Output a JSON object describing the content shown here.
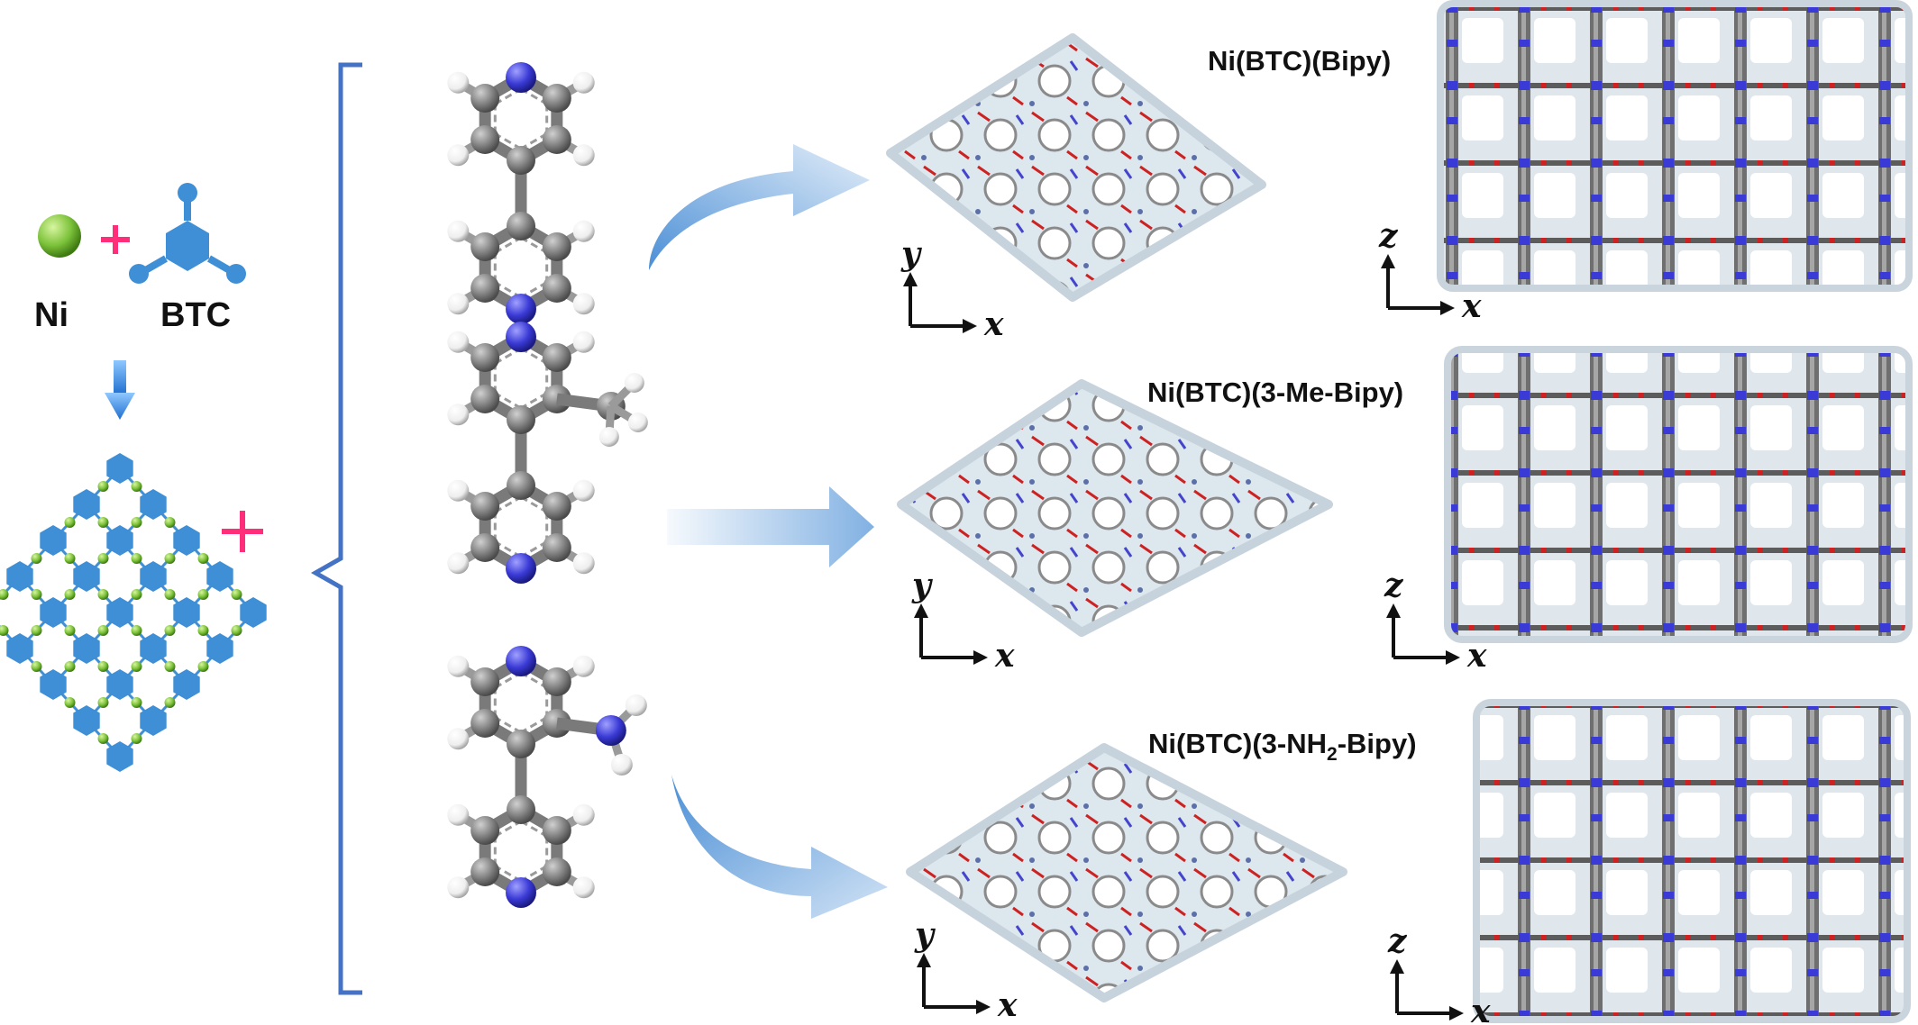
{
  "reactants": {
    "metal_label": "Ni",
    "linker_label": "BTC"
  },
  "frameworks": [
    {
      "title": "Ni(BTC)(Bipy)",
      "title_sub": ""
    },
    {
      "title": "Ni(BTC)(3-Me-Bipy)",
      "title_sub": ""
    },
    {
      "title": "Ni(BTC)(3-NH",
      "title_sub": "2",
      "title_tail": "-Bipy)"
    }
  ],
  "axes": {
    "top_view": {
      "vertical": "y",
      "horizontal": "x"
    },
    "side_view": {
      "vertical": "z",
      "horizontal": "x"
    }
  },
  "colors": {
    "nickel": "#7cc23a",
    "btc": "#3f8fd6",
    "plus": "#ff2d7a",
    "carbon": "#7a7a7a",
    "hydrogen": "#f2f2f2",
    "nitrogen": "#3a3ad6",
    "oxygen": "#d62f2f",
    "arrow": "#4b8fd6",
    "bracket": "#4472c4"
  }
}
